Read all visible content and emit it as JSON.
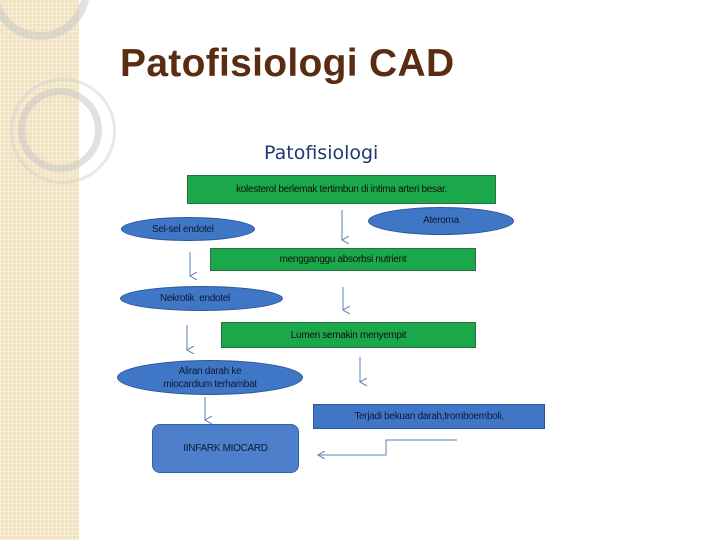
{
  "slide": {
    "title": "Patofisiologi CAD"
  },
  "diagram": {
    "title": "Patofisiologi",
    "nodes": {
      "kolesterol": "kolesterol berlemak tertimbun di intima arteri besar.",
      "ateroma": "Ateroma",
      "sel_sel_endotel": "Sel-sel endotel",
      "mengganggu": "mengganggu absorbsi nutrient",
      "nekrotik": "Nekrotik  endotel",
      "lumen": "Lumen semakin menyempit",
      "aliran_line1": "Aliran darah ke",
      "aliran_line2": "miocardium terhambat",
      "bekuan": "Terjadi bekuan darah,tromboemboli,",
      "infark": "IINFARK MIOCARD"
    }
  },
  "colors": {
    "title_brown": "#5a2d12",
    "diagram_title_blue": "#1f3a6e",
    "box_green": "#1aa84a",
    "box_blue": "#3f76c6",
    "sidebar_beige": "#f1e2c0",
    "arrow_blue": "#5a7fb5"
  }
}
